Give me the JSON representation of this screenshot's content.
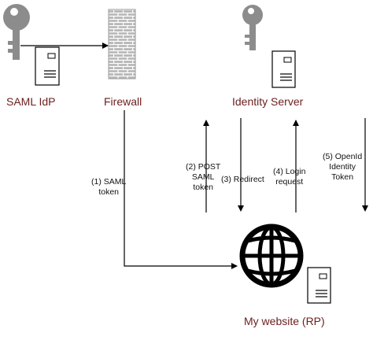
{
  "colors": {
    "label_text": "#6b1e1e",
    "line": "#000000",
    "key_fill": "#8c8c8c",
    "firewall_fill": "#b7b7b7"
  },
  "nodes": {
    "saml_idp": {
      "label": "SAML IdP",
      "icons": [
        "key-icon",
        "server-icon"
      ]
    },
    "firewall": {
      "label": "Firewall",
      "icons": [
        "firewall-icon"
      ]
    },
    "identity_server": {
      "label": "Identity Server",
      "icons": [
        "key-icon",
        "server-icon"
      ]
    },
    "my_website": {
      "label": "My website (RP)",
      "icons": [
        "globe-icon",
        "server-icon"
      ]
    }
  },
  "steps": {
    "s1": {
      "lines": [
        "(1) SAML",
        "token"
      ]
    },
    "s2": {
      "lines": [
        "(2) POST",
        "SAML",
        "token"
      ]
    },
    "s3": {
      "lines": [
        "(3) Redirect"
      ]
    },
    "s4": {
      "lines": [
        "(4) Login",
        "request"
      ]
    },
    "s5": {
      "lines": [
        "(5) OpenId",
        "Identity",
        "Token"
      ]
    }
  }
}
